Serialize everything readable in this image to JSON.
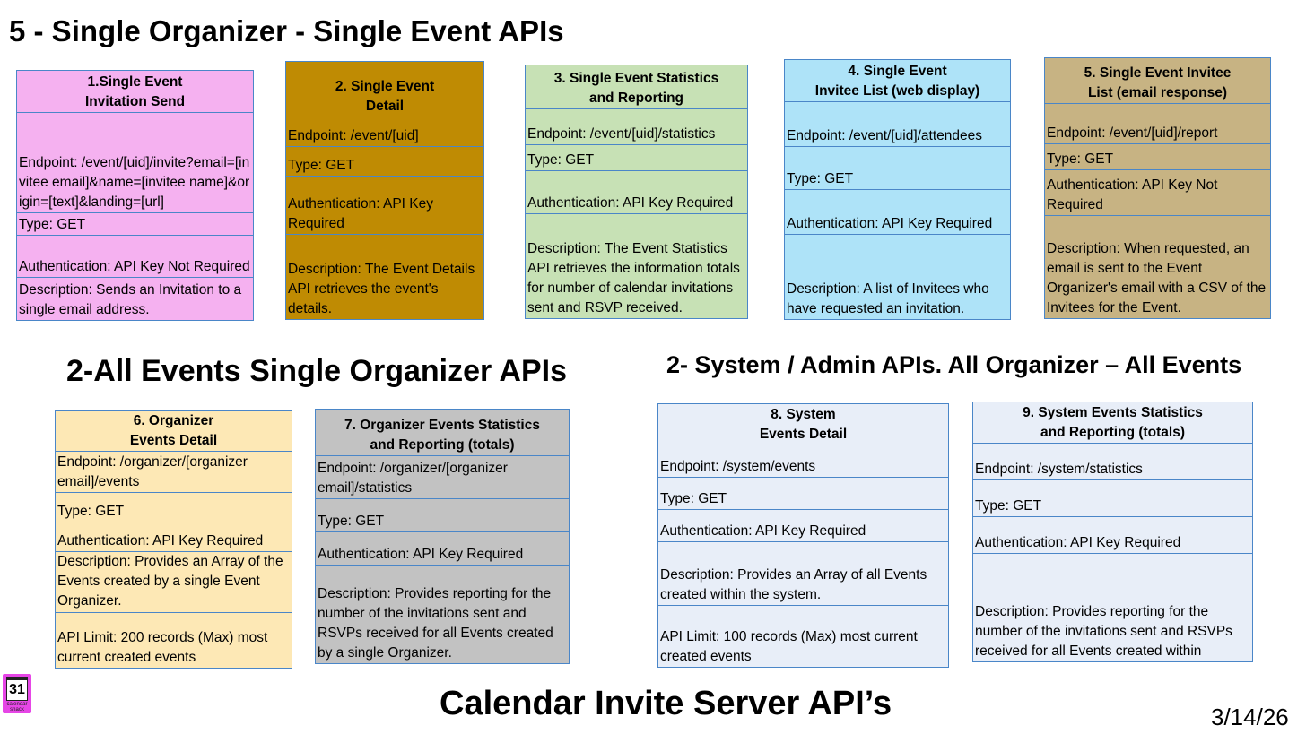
{
  "headings": {
    "top": "5 - Single Organizer - Single Event APIs",
    "middle_left": "2-All Events Single Organizer APIs",
    "middle_right": "2- System / Admin APIs. All Organizer – All Events",
    "bottom": "Calendar Invite Server API’s",
    "date": "3/14/26"
  },
  "logo": {
    "number": "31",
    "caption": "calendar snack"
  },
  "colors": {
    "border": "#4a86c8",
    "card1": "#f5b1f0",
    "card2": "#bf8b03",
    "card3": "#c7e1b5",
    "card4": "#aee3f8",
    "card5": "#c7b383",
    "card6": "#fde8b5",
    "card7": "#c2c2c2",
    "card8": "#e8eef8",
    "card9": "#e8eef8"
  },
  "cards": [
    {
      "title": "1.Single Event\nInvitation Send",
      "rows": [
        "Endpoint: /event/[uid]/invite?email=[invitee email]&name=[invitee name]&origin=[text]&landing=[url]",
        "Type: GET",
        "Authentication: API Key Not Required",
        "Description: Sends an Invitation to a single email address."
      ]
    },
    {
      "title": "2. Single Event\nDetail",
      "rows": [
        "Endpoint: /event/[uid]",
        "Type: GET",
        "Authentication: API Key Required",
        "Description: The Event Details API retrieves the event's details."
      ]
    },
    {
      "title": "3. Single Event Statistics\nand Reporting",
      "rows": [
        "Endpoint: /event/[uid]/statistics",
        "Type: GET",
        "Authentication: API Key Required",
        "Description: The Event Statistics API retrieves the information totals for number of calendar invitations sent and RSVP received."
      ]
    },
    {
      "title": "4. Single Event\nInvitee List (web display)",
      "rows": [
        "Endpoint: /event/[uid]/attendees",
        "Type: GET",
        "Authentication: API Key Required",
        "Description: A list of Invitees who have requested an invitation."
      ]
    },
    {
      "title": "5. Single Event Invitee\nList (email response)",
      "rows": [
        "Endpoint: /event/[uid]/report",
        "Type: GET",
        "Authentication: API Key Not Required",
        "Description: When requested, an email is sent to the Event Organizer's email with a CSV of the Invitees for the Event."
      ]
    },
    {
      "title": "6. Organizer\nEvents Detail",
      "rows": [
        "Endpoint: /organizer/[organizer email]/events",
        "Type: GET",
        "Authentication: API Key Required",
        "Description: Provides an Array of the Events created by a single Event Organizer.",
        "API Limit: 200 records (Max) most current created events"
      ]
    },
    {
      "title": "7. Organizer Events Statistics\nand Reporting (totals)",
      "rows": [
        "Endpoint: /organizer/[organizer email]/statistics",
        "Type: GET",
        "Authentication: API Key Required",
        "Description: Provides reporting for the number of the invitations sent and RSVPs received for all Events created by a single Organizer."
      ]
    },
    {
      "title": "8. System\nEvents Detail",
      "rows": [
        "Endpoint: /system/events",
        "Type: GET",
        "Authentication: API Key Required",
        "Description: Provides an Array of all Events created within the system.",
        "API Limit: 100 records (Max) most current created events"
      ]
    },
    {
      "title": "9. System Events Statistics\nand Reporting (totals)",
      "rows": [
        "Endpoint: /system/statistics",
        "Type: GET",
        "Authentication: API Key Required",
        "Description: Provides reporting for the number of the invitations sent and RSVPs received for all Events created within"
      ]
    }
  ]
}
